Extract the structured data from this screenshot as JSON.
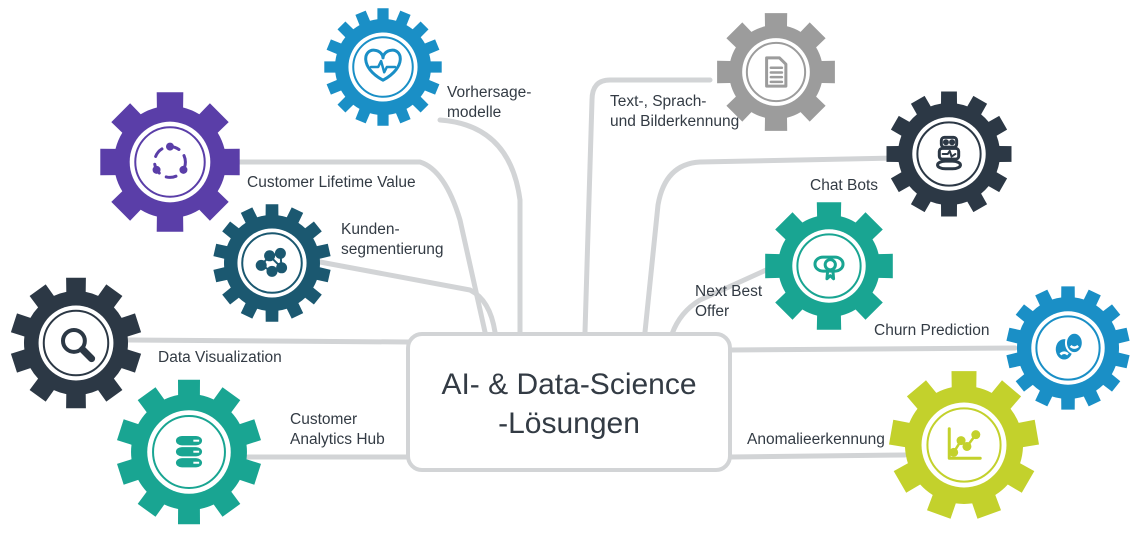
{
  "center": {
    "line1": "AI- & Data-Science",
    "line2": "-Lösungen"
  },
  "colors": {
    "connector": "#d2d4d6",
    "box_border": "#d2d4d6",
    "text": "#333b44"
  },
  "nodes": [
    {
      "id": "vorhersage",
      "icon": "heart-pulse-icon",
      "color": "#1a8fc6",
      "label": [
        "Vorhersage-",
        "modelle"
      ]
    },
    {
      "id": "text",
      "icon": "document-icon",
      "color": "#9c9c9c",
      "label": [
        "Text-, Sprach-",
        "und Bilderkennung"
      ]
    },
    {
      "id": "clv",
      "icon": "cycle-arrows-icon",
      "color": "#5a3ea8",
      "label": [
        "Customer Lifetime Value"
      ]
    },
    {
      "id": "chatbots",
      "icon": "robot-icon",
      "color": "#2c3845",
      "label": [
        "Chat Bots"
      ]
    },
    {
      "id": "kunden",
      "icon": "network-icon",
      "color": "#1b5870",
      "label": [
        "Kunden-",
        "segmentierung"
      ]
    },
    {
      "id": "nbo",
      "icon": "certificate-icon",
      "color": "#19a592",
      "label": [
        "Next Best",
        "Offer"
      ]
    },
    {
      "id": "dataviz",
      "icon": "magnifier-icon",
      "color": "#2c3845",
      "label": [
        "Data Visualization"
      ]
    },
    {
      "id": "churn",
      "icon": "theater-masks-icon",
      "color": "#1a8fc6",
      "label": [
        "Churn Prediction"
      ]
    },
    {
      "id": "hub",
      "icon": "database-icon",
      "color": "#19a592",
      "label": [
        "Customer",
        "Analytics Hub"
      ]
    },
    {
      "id": "anomalie",
      "icon": "line-chart-icon",
      "color": "#c3d12c",
      "label": [
        "Anomalieerkennung"
      ]
    }
  ]
}
